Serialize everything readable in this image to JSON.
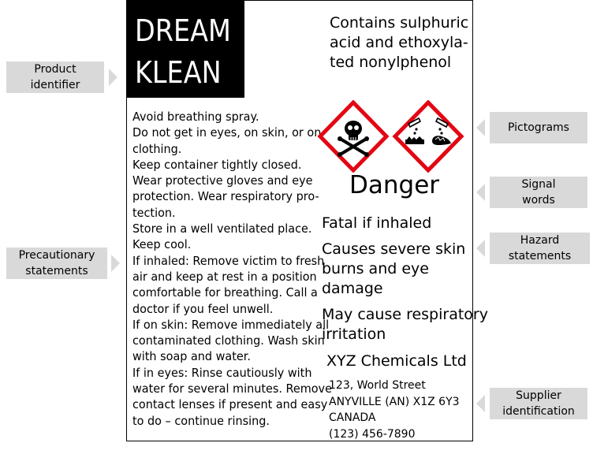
{
  "label": {
    "product_identifier": [
      "DREAM",
      "KLEAN"
    ],
    "ingredients": [
      "Contains sulphuric",
      "acid and ethoxyla-",
      "ted nonylphenol"
    ],
    "precautionary_statements": [
      "Avoid breathing spray.",
      "Do not get in eyes, on skin, or on",
      "clothing.",
      "Keep container tightly closed.",
      "Wear protective gloves and eye",
      "protection. Wear respiratory pro-",
      "tection.",
      "Store in a well ventilated place.",
      "Keep cool.",
      "If inhaled: Remove victim to fresh",
      "air and keep at rest in a position",
      "comfortable for breathing. Call a",
      "doctor if you feel unwell.",
      "If on skin: Remove immediately all",
      "contaminated clothing. Wash skin",
      "with soap and water.",
      "If in eyes: Rinse cautiously with",
      "water for several minutes. Remove",
      "contact lenses if present and easy",
      "to do – continue rinsing."
    ],
    "pictograms": [
      {
        "icon": "skull-crossbones-icon",
        "border_color": "#e30613"
      },
      {
        "icon": "corrosion-icon",
        "border_color": "#e30613"
      }
    ],
    "signal_word": "Danger",
    "hazard_statements": [
      [
        "Fatal if inhaled"
      ],
      [
        "Causes severe skin",
        "burns and eye",
        "damage"
      ],
      [
        "May cause respiratory",
        "irritation"
      ]
    ],
    "supplier": {
      "name": "XYZ Chemicals Ltd",
      "address": [
        "123, World Street",
        "ANYVILLE (AN) X1Z 6Y3",
        "CANADA",
        "(123) 456-7890"
      ]
    }
  },
  "callouts": {
    "product_identifier": "Product\nidentifier",
    "precautionary_statements": "Precautionary\nstatements",
    "pictograms": "Pictograms",
    "signal_words": "Signal\nwords",
    "hazard_statements": "Hazard\nstatements",
    "supplier_identification": "Supplier\nidentification"
  },
  "colors": {
    "callout_fill": "#d9d9d9",
    "pictogram_border": "#e30613",
    "product_box": "#000000"
  }
}
